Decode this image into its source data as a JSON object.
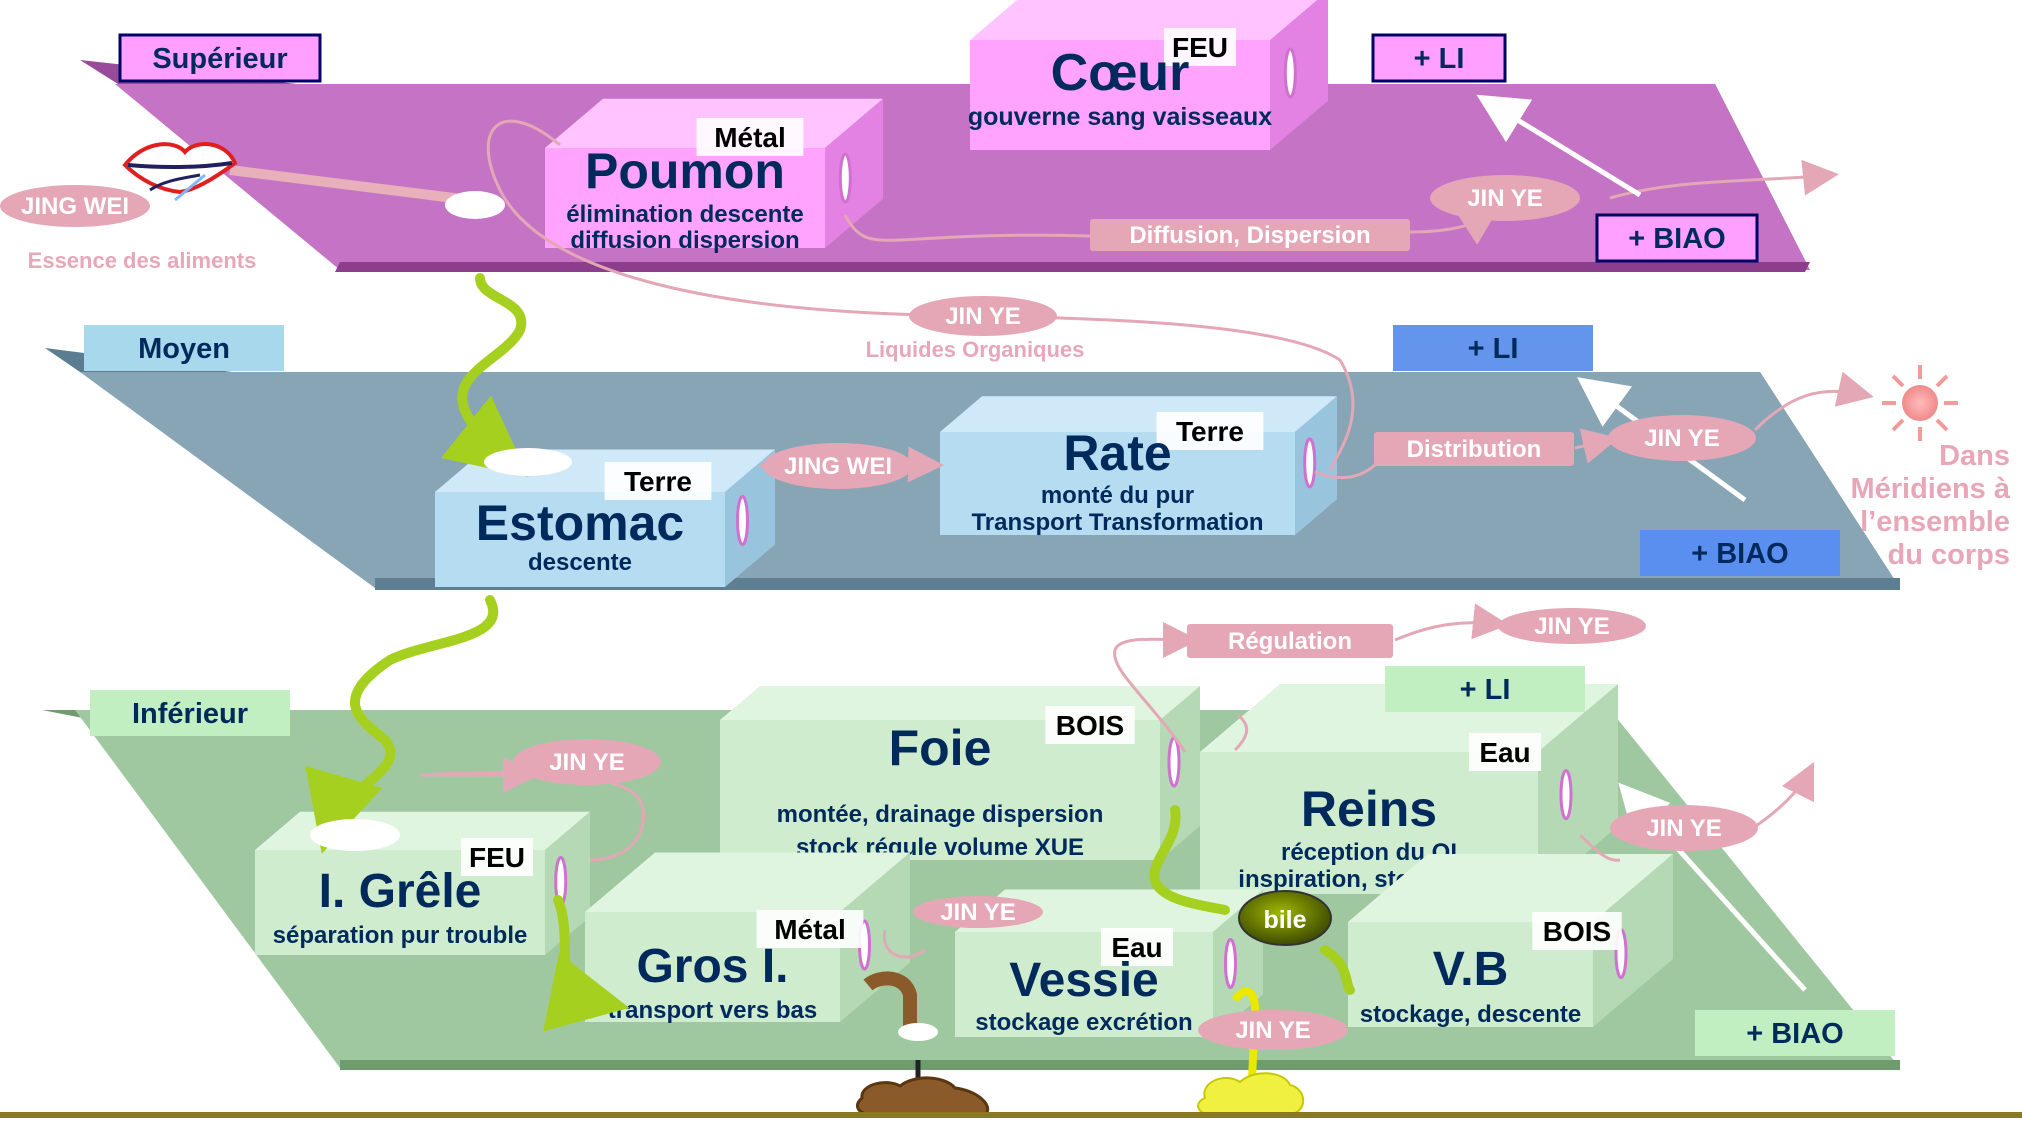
{
  "levels": {
    "superieur": {
      "label": "Supérieur",
      "li": "+ LI",
      "biao": "+ BIAO"
    },
    "moyen": {
      "label": "Moyen",
      "li": "+ LI",
      "biao": "+ BIAO"
    },
    "inferieur": {
      "label": "Inférieur",
      "li": "+ LI",
      "biao": "+ BIAO"
    }
  },
  "organs": {
    "coeur": {
      "element": "FEU",
      "name": "Cœur",
      "func": [
        "gouverne sang vaisseaux"
      ]
    },
    "poumon": {
      "element": "Métal",
      "name": "Poumon",
      "func": [
        "élimination descente",
        "diffusion dispersion"
      ]
    },
    "estomac": {
      "element": "Terre",
      "name": "Estomac",
      "func": [
        "descente"
      ]
    },
    "rate": {
      "element": "Terre",
      "name": "Rate",
      "func": [
        "monté du pur",
        "Transport Transformation"
      ]
    },
    "foie": {
      "element": "BOIS",
      "name": "Foie",
      "func": [
        "montée,  drainage dispersion",
        "stock régule volume XUE"
      ]
    },
    "reins": {
      "element": "Eau",
      "name": "Reins",
      "func": [
        "réception du QI",
        "inspiration, stock JING"
      ]
    },
    "grele": {
      "element": "FEU",
      "name": "I. Grêle",
      "func": [
        "séparation pur trouble"
      ]
    },
    "gros": {
      "element": "Métal",
      "name": "Gros I.",
      "func": [
        "transport vers bas"
      ]
    },
    "vessie": {
      "element": "Eau",
      "name": "Vessie",
      "func": [
        "stockage excrétion"
      ]
    },
    "vb": {
      "element": "BOIS",
      "name": "V.B",
      "func": [
        "stockage, descente"
      ]
    }
  },
  "flows": {
    "jing_wei_mouth": "JING WEI",
    "essence": "Essence  des aliments",
    "jin_ye_sup": "JIN YE",
    "diffusion": "Diffusion, Dispersion",
    "jin_ye_mid_top": "JIN YE",
    "liquides": "Liquides Organiques",
    "jing_wei_mid": "JING WEI",
    "distribution": "Distribution",
    "jin_ye_mid": "JIN YE",
    "dans": [
      "Dans",
      "Méridiens à",
      "l’ensemble",
      "du corps"
    ],
    "regulation": "Régulation",
    "jin_ye_reg": "JIN YE",
    "jin_ye_grele": "JIN YE",
    "jin_ye_gros": "JIN YE",
    "jin_ye_reins": "JIN YE",
    "jin_ye_vessie": "JIN YE",
    "bile": "bile"
  },
  "colors": {
    "superieur_plate": "#c06ac0",
    "moyen_plate": "#7f9fb2",
    "inferieur_plate": "#8fba8f",
    "pink_label": "#e8a7b8",
    "green_arrow": "#a6d020",
    "title_text": "#002a5c"
  }
}
